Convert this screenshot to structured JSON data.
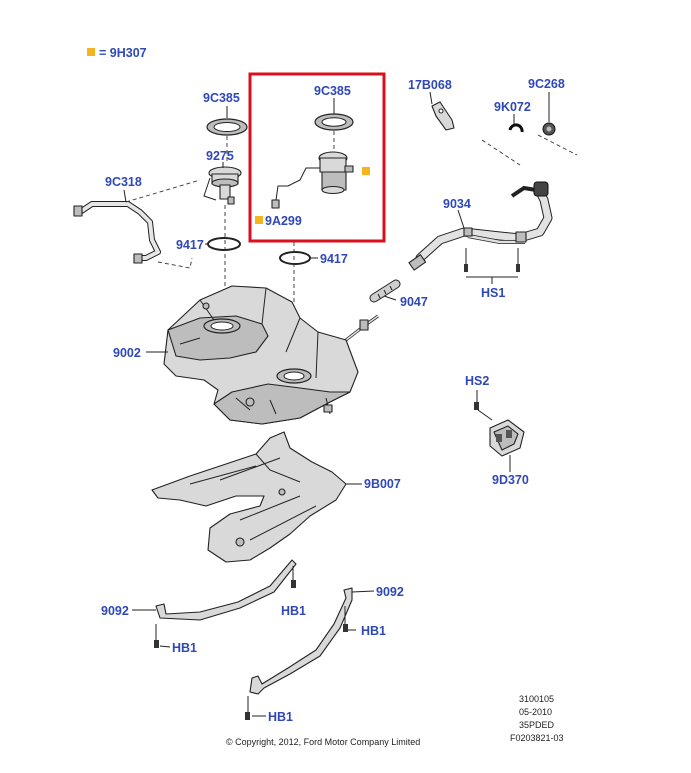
{
  "colors": {
    "label": "#2f48b8",
    "highlight_box": "#d8101c",
    "marker": "#f5b31d"
  },
  "legend": {
    "marker_icon": "square-marker",
    "text": "= 9H307"
  },
  "labels": {
    "p9c385_left": "9C385",
    "p9c385_right": "9C385",
    "p17b068": "17B068",
    "p9c268": "9C268",
    "p9k072": "9K072",
    "p9275": "9275",
    "p9c318": "9C318",
    "p9a299": "9A299",
    "p9034": "9034",
    "p9417_left": "9417",
    "p9417_right": "9417",
    "hs1_top": "HS1",
    "p9047": "9047",
    "p9002": "9002",
    "hs2": "HS2",
    "p9d370": "9D370",
    "p9b007": "9B007",
    "p9092_left": "9092",
    "hb1_mid": "HB1",
    "p9092_right": "9092",
    "hb1_right": "HB1",
    "hb1_left": "HB1",
    "hb1_bottom": "HB1"
  },
  "stamp": {
    "line1": "3100105",
    "line2": "05-2010",
    "line3": "35PDED",
    "line4": "F0203821-03"
  },
  "copyright": "© Copyright, 2012, Ford Motor Company Limited"
}
